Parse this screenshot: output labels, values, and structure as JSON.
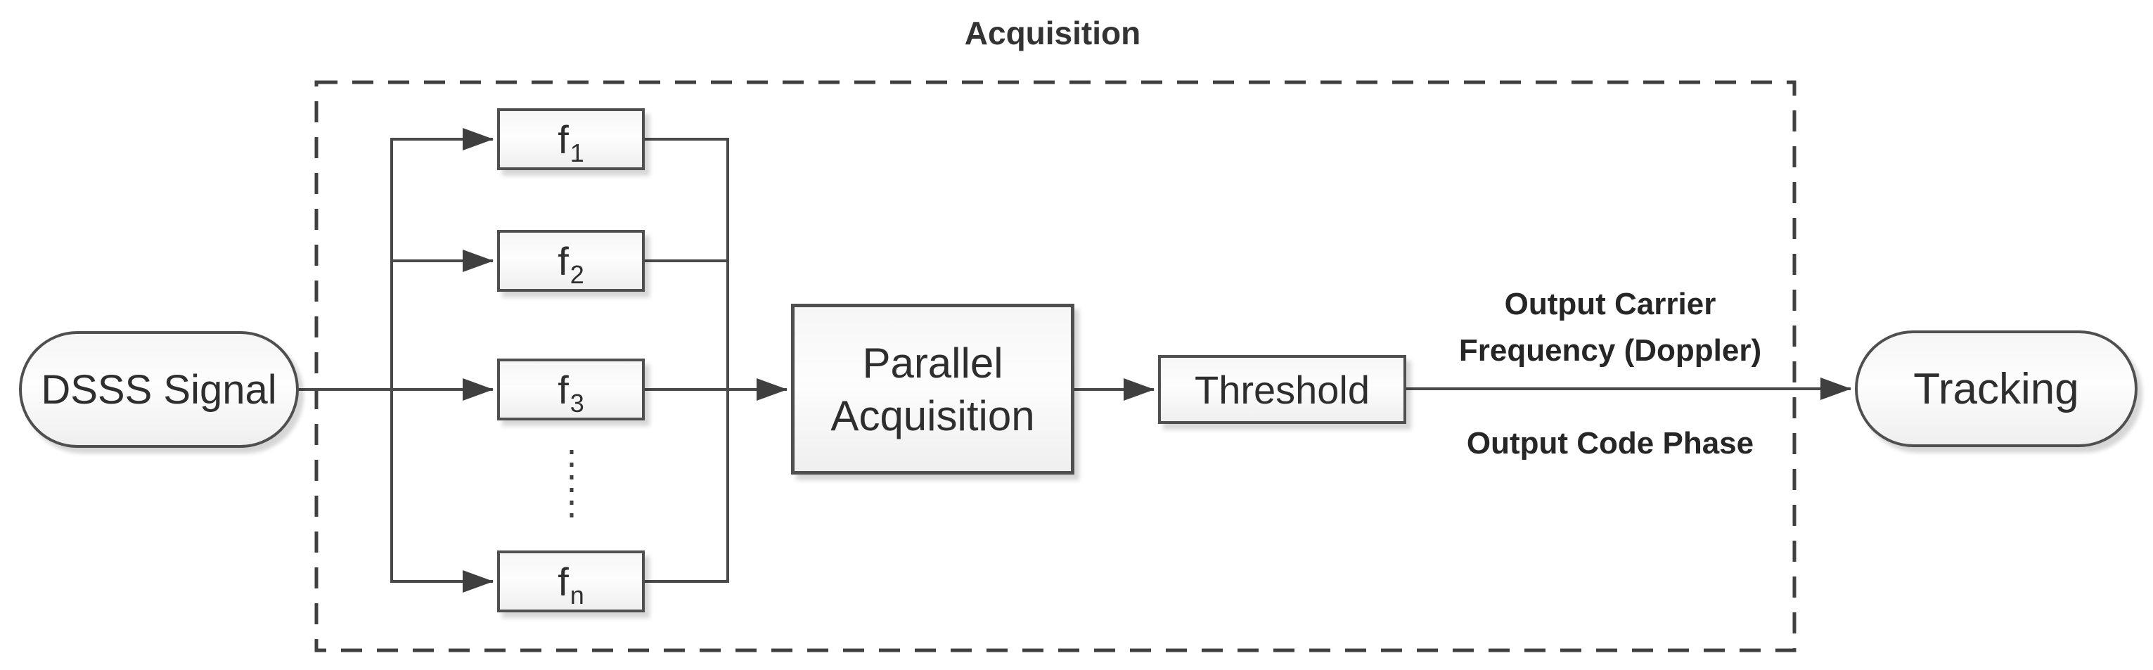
{
  "diagram": {
    "title": "Acquisition",
    "nodes": {
      "source": "DSSS Signal",
      "frequency_bins": [
        {
          "base": "f",
          "sub": "1"
        },
        {
          "base": "f",
          "sub": "2"
        },
        {
          "base": "f",
          "sub": "3"
        },
        {
          "base": "f",
          "sub": "n"
        }
      ],
      "parallel_acquisition": "Parallel Acquisition",
      "threshold": "Threshold",
      "sink": "Tracking"
    },
    "edge_labels": {
      "carrier_line1": "Output Carrier",
      "carrier_line2": "Frequency (Doppler)",
      "code_phase": "Output Code Phase"
    },
    "colors": {
      "connector_stroke": "#4a4a4a",
      "dashed_boundary_stroke": "#404040",
      "node_border": "#4f4f4f",
      "node_fill_top": "#f6f6f6",
      "node_fill_bottom": "#efefef",
      "text": "#2e2e2e"
    }
  }
}
